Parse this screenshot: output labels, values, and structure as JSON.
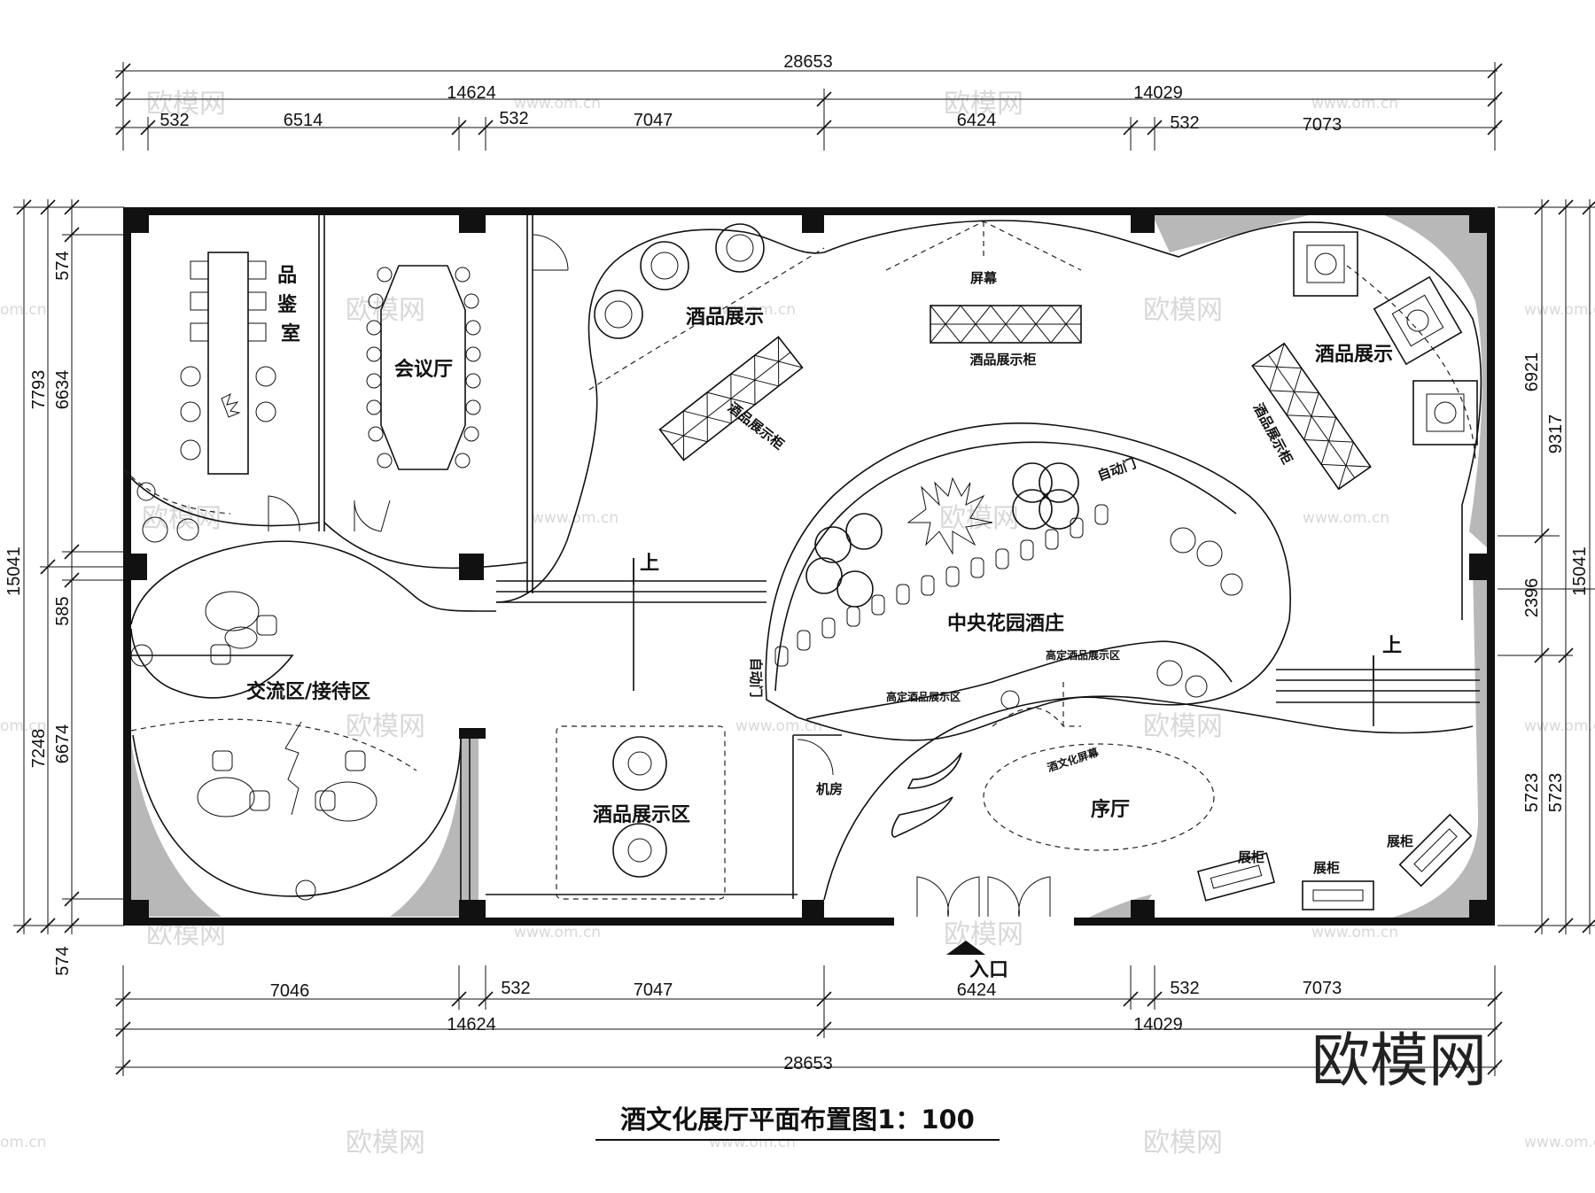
{
  "title": "酒文化展厅平面布置图1：100",
  "watermark_logo": "欧模网",
  "watermark_text": "欧模网",
  "watermark_url": "www.om.cn",
  "watermark_url_edge": "om.cn",
  "dimensions": {
    "top_total": "28653",
    "top_left_half": "14624",
    "top_right_half": "14029",
    "top_segments": [
      "532",
      "6514",
      "532",
      "7047",
      "6424",
      "532",
      "7073"
    ],
    "bottom_segments": [
      "7046",
      "532",
      "7047",
      "6424",
      "532",
      "7073"
    ],
    "bottom_left_half": "14624",
    "bottom_right_half": "14029",
    "bottom_total": "28653",
    "left_total": "15041",
    "left_upper": "7793",
    "left_lower": "7248",
    "left_segments": [
      "574",
      "6634",
      "585",
      "6674",
      "574"
    ],
    "right_total": "15041",
    "right_upper": "9317",
    "right_lower": "5723",
    "right_segments": [
      "6921",
      "2396",
      "5723"
    ]
  },
  "rooms": {
    "tasting_room": "品鉴室",
    "meeting_hall": "会议厅",
    "wine_display_nw": "酒品展示",
    "screen": "屏幕",
    "display_cabinet_top": "酒品展示柜",
    "display_cabinet_diag_left": "酒品展示柜",
    "display_cabinet_diag_right": "酒品展示柜",
    "wine_display_ne": "酒品展示",
    "auto_door_right": "自动门",
    "up_left": "上",
    "up_right": "上",
    "central_garden": "中央花园酒庄",
    "auto_door_left": "自动门",
    "premium_display_1": "高定酒品展示区",
    "premium_display_2": "高定酒品展示区",
    "exchange_reception": "交流区/接待区",
    "machine_room": "机房",
    "wine_culture_screen": "酒文化屏幕",
    "lobby": "序厅",
    "wine_display_area": "酒品展示区",
    "cabinet_1": "展柜",
    "cabinet_2": "展柜",
    "cabinet_3": "展柜",
    "entrance": "入口"
  }
}
